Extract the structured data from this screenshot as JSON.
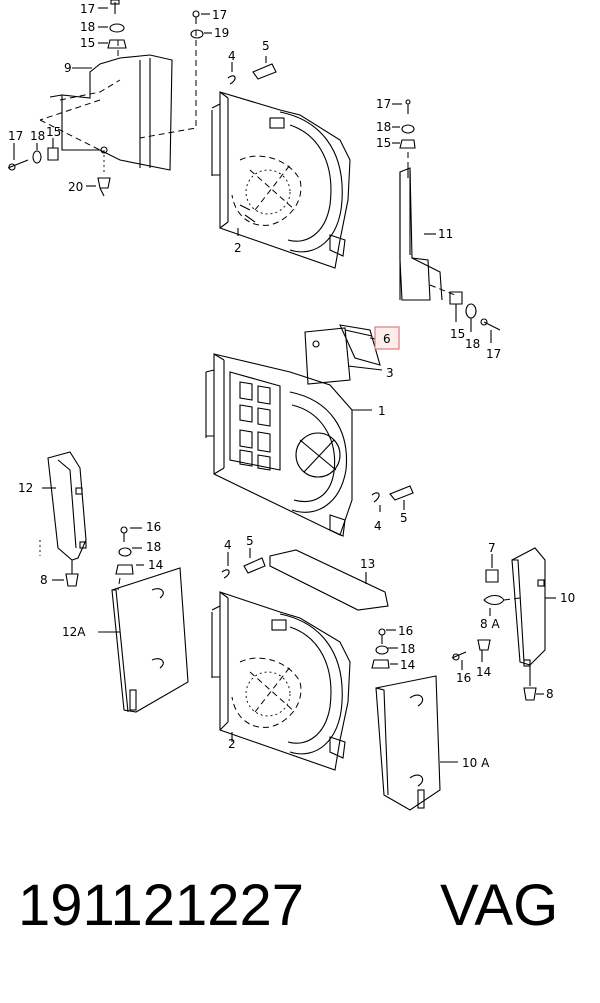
{
  "callouts": {
    "c17a": "17",
    "c18a": "18",
    "c15a": "15",
    "c17b": "17",
    "c19": "19",
    "c9": "9",
    "c4a": "4",
    "c5a": "5",
    "c17c": "17",
    "c18b": "18",
    "c15b": "15",
    "c20": "20",
    "c2a": "2",
    "c17d": "17",
    "c18c": "18",
    "c15c": "15",
    "c11": "11",
    "c15d": "15",
    "c18d": "18",
    "c17e": "17",
    "c6": "6",
    "c3": "3",
    "c1": "1",
    "c12": "12",
    "c16a": "16",
    "c18e": "18",
    "c14a": "14",
    "c8a": "8",
    "c4b": "4",
    "c5b": "5",
    "c13": "13",
    "c7": "7",
    "c10": "10",
    "c8A": "8 A",
    "c12A": "12A",
    "c4c": "4",
    "c5c": "5",
    "c16b": "16",
    "c18f": "18",
    "c14b": "14",
    "c16c": "16",
    "c14c": "14",
    "c8b": "8",
    "c2b": "2",
    "c10A": "10 A"
  },
  "footer": {
    "part_number": "191121227",
    "brand": "VAG"
  },
  "colors": {
    "highlight_box": "#e07a7a"
  }
}
